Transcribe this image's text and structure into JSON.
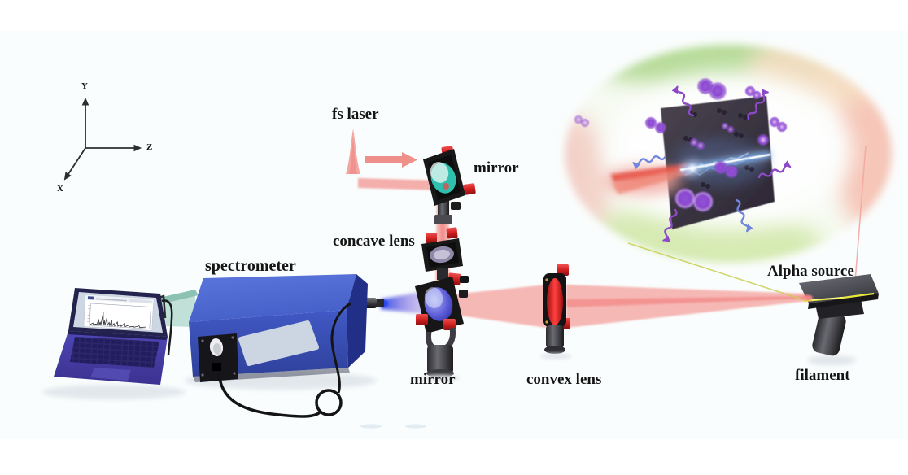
{
  "labels": {
    "fs_laser": "fs laser",
    "mirror_top": "mirror",
    "concave_lens": "concave lens",
    "spectrometer": "spectrometer",
    "mirror_bottom": "mirror",
    "convex_lens": "convex lens",
    "alpha_source": "Alpha source",
    "filament": "filament"
  },
  "axes": {
    "x": "X",
    "y": "Y",
    "z": "Z"
  },
  "colors": {
    "laser_beam": "#f39a96",
    "collection_beam": "#3c55e8",
    "mirror_coating_top": "#2fbfae",
    "mirror_coating_bottom": "#5a5ad8",
    "convex_lens_glass": "#e03030",
    "adjuster_knob": "#cf1f1f",
    "spectrometer_body": "#3c55bf",
    "laptop_body": "#4a42ab",
    "entrance_glass": "#b9ddd4",
    "filament_glow": "#e6e63e",
    "molecule_purple": "#a263dd",
    "plasma_core": "#ffffff",
    "plasma_glow": "#7ab8ff",
    "bubble_rim_green": "#b7dc9a",
    "bubble_rim_pink": "#f6c6b8",
    "callout_line_green": "#c9cf55",
    "callout_line_pink": "#f2a8a4"
  },
  "components": [
    "fs laser pulse",
    "steering mirror",
    "concave lens",
    "folding mirror",
    "convex lens",
    "alpha source plate",
    "plasma filament inset",
    "fiber collimator",
    "optical fiber",
    "spectrometer",
    "laptop with spectrum software",
    "coordinate axes"
  ]
}
